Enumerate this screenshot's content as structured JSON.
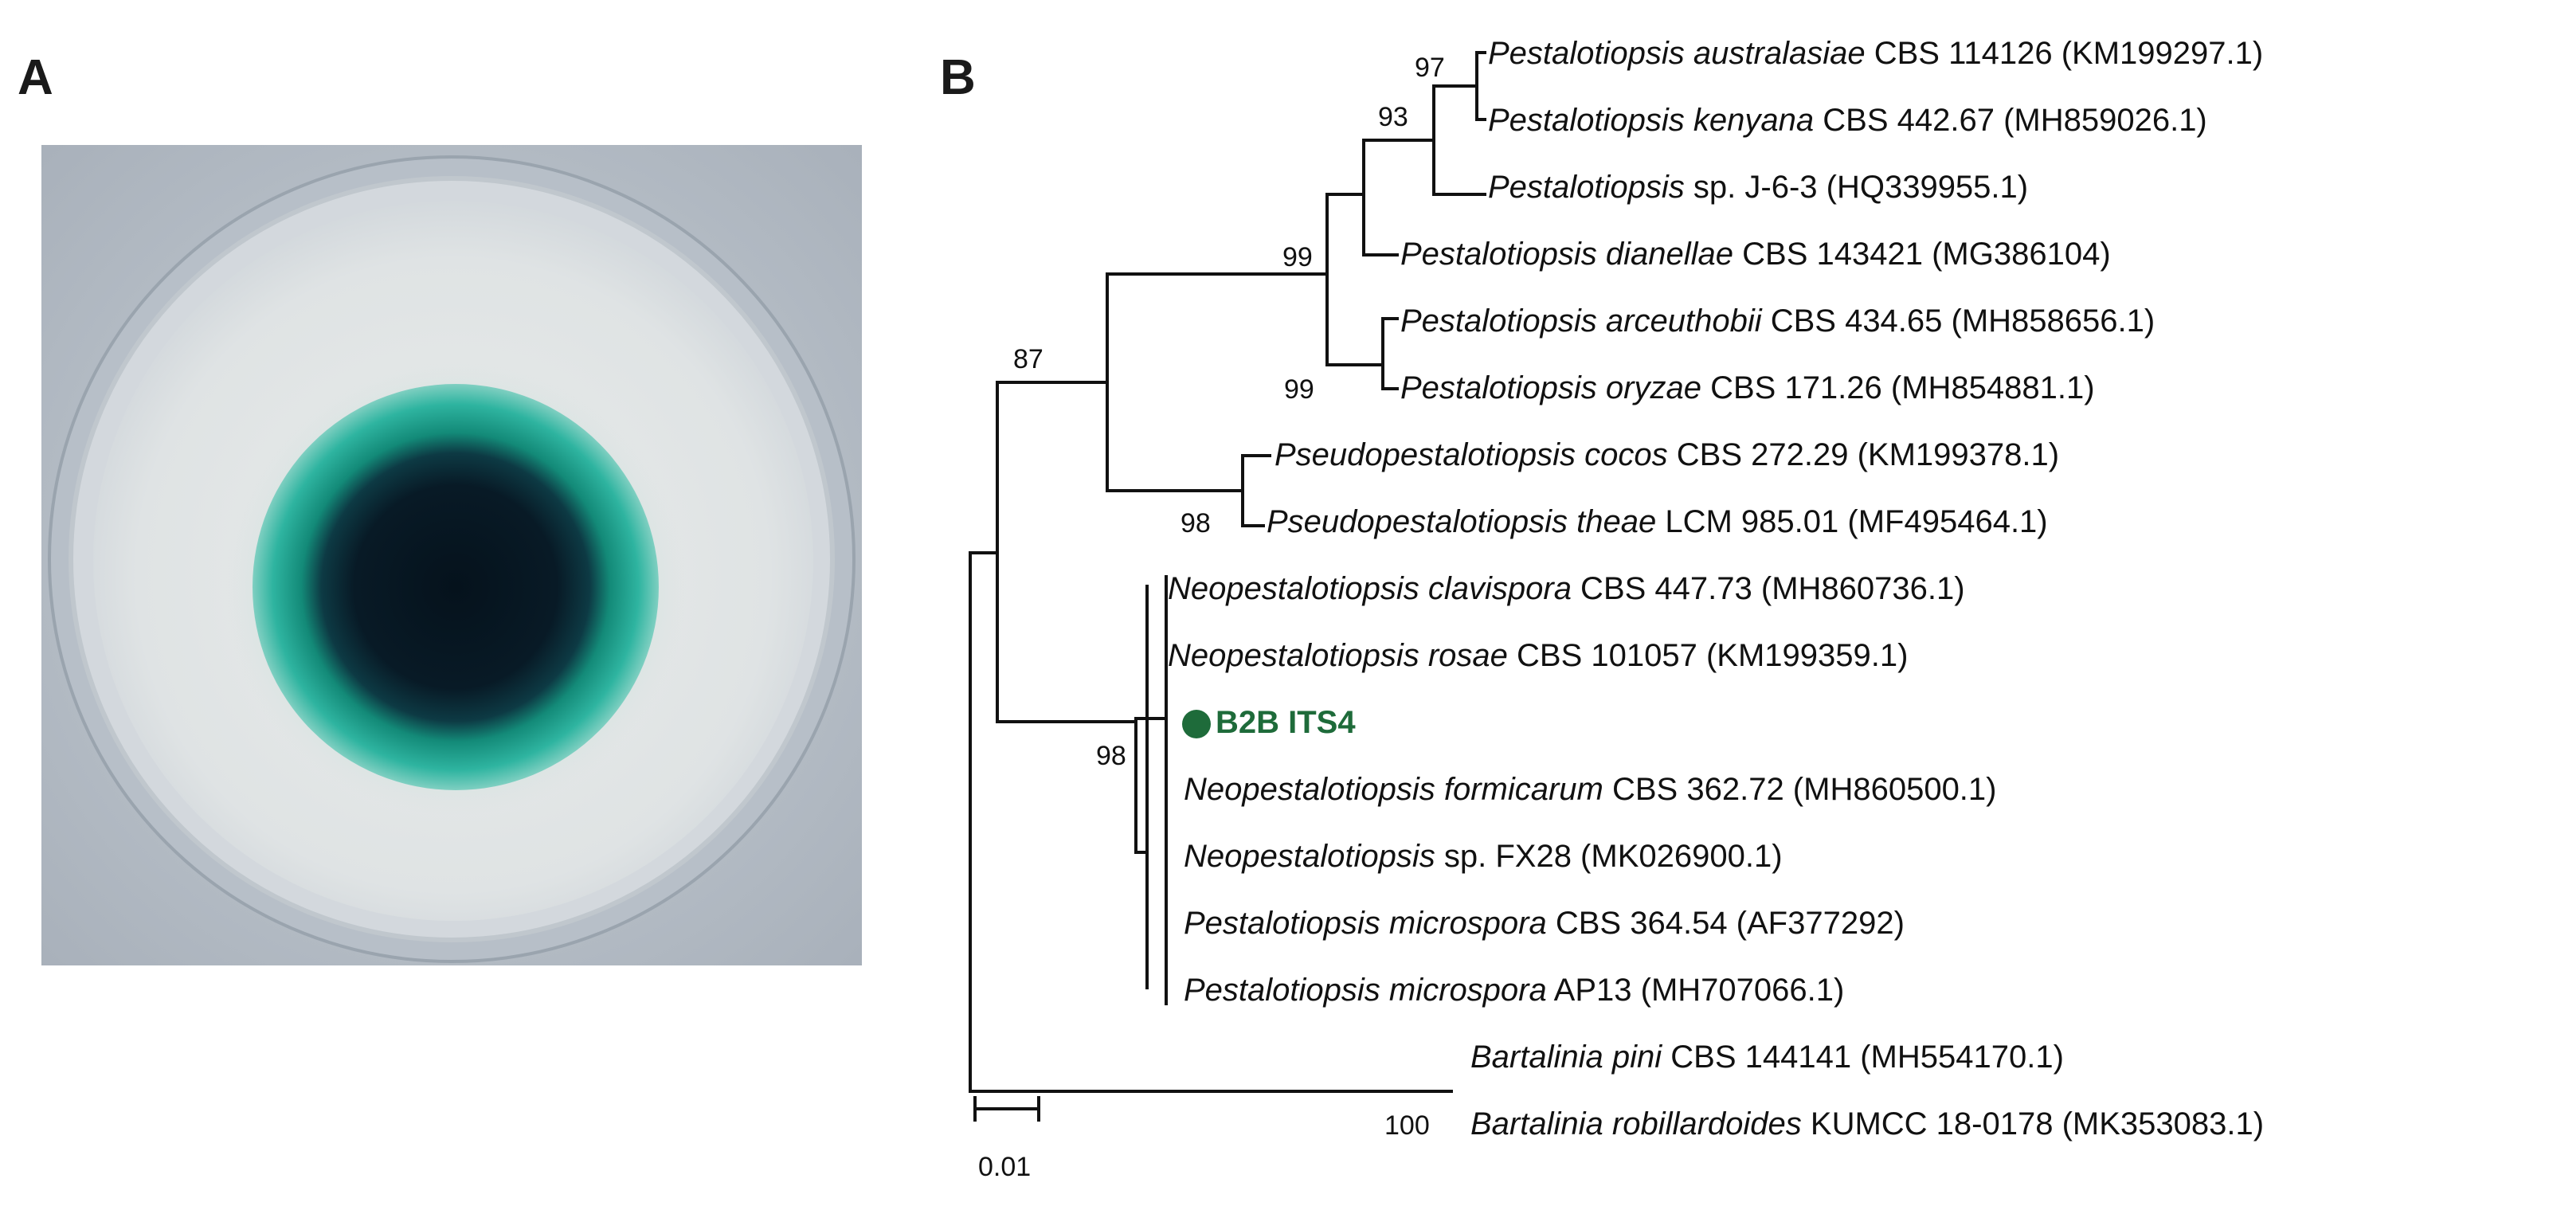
{
  "panels": {
    "a_label": "A",
    "b_label": "B"
  },
  "photo": {
    "icon": "petri-dish-photo"
  },
  "tree": {
    "highlight_color": "#1e6b3a",
    "leaves": [
      {
        "id": "l1",
        "genus": "Pestalotiopsis australasiae",
        "rest": " CBS 114126 (KM199297.1)"
      },
      {
        "id": "l2",
        "genus": "Pestalotiopsis kenyana",
        "rest": " CBS 442.67 (MH859026.1)"
      },
      {
        "id": "l3",
        "genus": "Pestalotiopsis",
        "rest": " sp. J-6-3 (HQ339955.1)"
      },
      {
        "id": "l4",
        "genus": "Pestalotiopsis dianellae",
        "rest": " CBS 143421 (MG386104)"
      },
      {
        "id": "l5",
        "genus": "Pestalotiopsis arceuthobii",
        "rest": " CBS 434.65 (MH858656.1)"
      },
      {
        "id": "l6",
        "genus": "Pestalotiopsis oryzae",
        "rest": " CBS 171.26 (MH854881.1)"
      },
      {
        "id": "l7",
        "genus": "Pseudopestalotiopsis cocos",
        "rest": " CBS 272.29 (KM199378.1)"
      },
      {
        "id": "l8",
        "genus": "Pseudopestalotiopsis theae",
        "rest": " LCM 985.01 (MF495464.1)"
      },
      {
        "id": "l9",
        "genus": "Neopestalotiopsis clavispora",
        "rest": " CBS 447.73 (MH860736.1)"
      },
      {
        "id": "l10",
        "genus": "Neopestalotiopsis rosae",
        "rest": " CBS 101057 (KM199359.1)"
      },
      {
        "id": "l11",
        "genus": "",
        "rest": "B2B ITS4",
        "highlight": true
      },
      {
        "id": "l12",
        "genus": "Neopestalotiopsis formicarum",
        "rest": " CBS 362.72 (MH860500.1)"
      },
      {
        "id": "l13",
        "genus": "Neopestalotiopsis",
        "rest": " sp. FX28 (MK026900.1)"
      },
      {
        "id": "l14",
        "genus": "Pestalotiopsis microspora",
        "rest": " CBS 364.54 (AF377292)"
      },
      {
        "id": "l15",
        "genus": "Pestalotiopsis microspora",
        "rest": " AP13 (MH707066.1)"
      },
      {
        "id": "l16",
        "genus": "Bartalinia pini",
        "rest": " CBS 144141 (MH554170.1)"
      },
      {
        "id": "l17",
        "genus": "Bartalinia robillardoides",
        "rest": " KUMCC 18-0178 (MK353083.1)"
      }
    ],
    "bootstrap": [
      "97",
      "93",
      "99",
      "99",
      "87",
      "98",
      "98",
      "100"
    ],
    "scale_label": "0.01"
  }
}
